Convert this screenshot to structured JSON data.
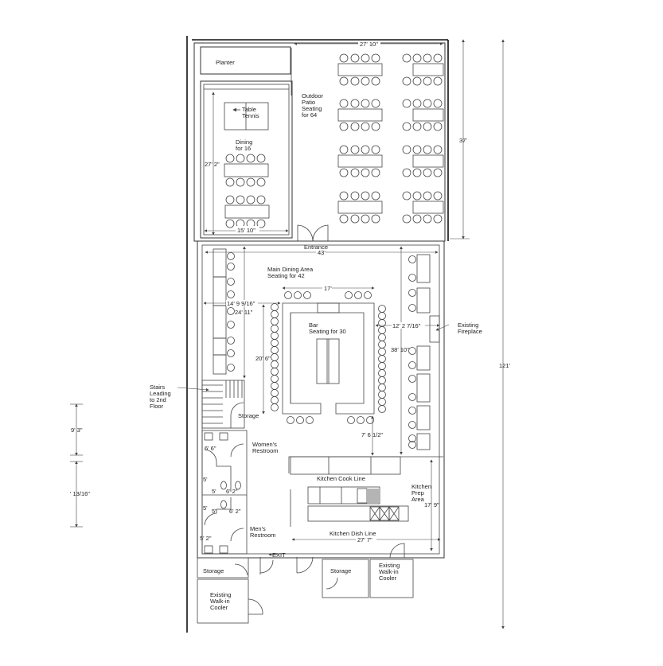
{
  "title": "Restaurant Floor Plan",
  "labels": {
    "planter": "Planter",
    "table_tennis": [
      "Table",
      "Tennis"
    ],
    "dining": [
      "Dining",
      "for 16"
    ],
    "patio": [
      "Outdoor",
      "Patio",
      "Seating",
      "for 64"
    ],
    "entrance": "Entrance",
    "main_dining": [
      "Main Dining Area",
      "Seating for 42"
    ],
    "bar": [
      "Bar",
      "Seating for 30"
    ],
    "fireplace": [
      "Existing",
      "Fireplace"
    ],
    "stairs": [
      "Stairs",
      "Leading",
      "to 2nd",
      "Floor"
    ],
    "storage_stairs": "Storage",
    "womens": [
      "Women's",
      "Restroom"
    ],
    "mens": [
      "Men's",
      "Restroom"
    ],
    "cook_line": "Kitchen Cook Line",
    "prep": [
      "Kitchen",
      "Prep",
      "Area"
    ],
    "dish_line": "Kitchen Dish Line",
    "exit": "EXIT",
    "storage_left": "Storage",
    "storage_kitchen": "Storage",
    "cooler_left": [
      "Existing",
      "Walk-in",
      "Cooler"
    ],
    "cooler_right": [
      "Existing",
      "Walk-in",
      "Cooler"
    ]
  },
  "dimensions": {
    "patio_width": "27' 10\"",
    "patio_depth": "37'",
    "total_depth": "121'",
    "dining_depth": "27' 2\"",
    "dining_width": "15' 10\"",
    "main_width": "43'",
    "bar_width": "17'",
    "left_aisle": "14' 9 9/16\"",
    "left_depth": "24' 11\"",
    "bar_depth": "20' 6\"",
    "right_aisle": "12' 2 7/16\"",
    "right_depth": "38' 10\"",
    "bar_to_kitchen": "7' 6 1/2\"",
    "kitchen_depth": "17' 9\"",
    "kitchen_width": "27' 7\"",
    "left_dim_1": "9' 3\"",
    "left_dim_2": "' 13/16\"",
    "rest_6_6": "6' 6\"",
    "rest_5a": "5'",
    "rest_5b": "5'",
    "rest_5c": "5'",
    "rest_5d": "5'",
    "rest_6_2a": "6' 2\"",
    "rest_6_2b": "6' 2\"",
    "rest_5_2": "5' 2\""
  }
}
